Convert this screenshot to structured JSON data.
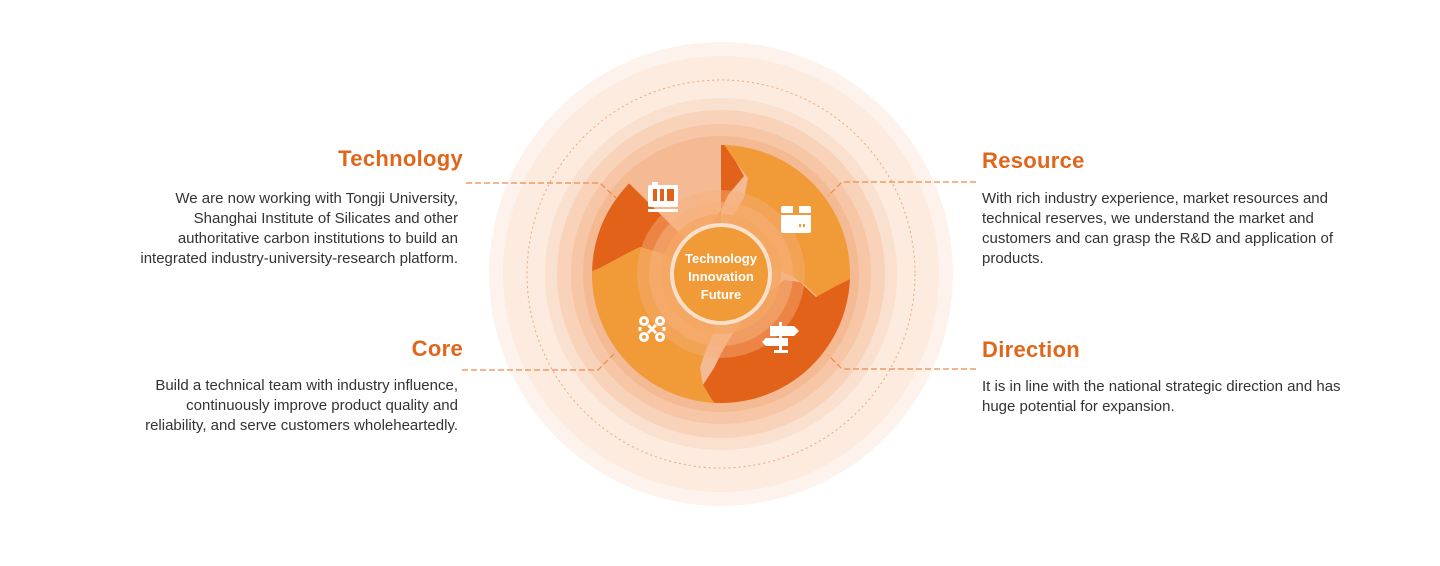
{
  "center": {
    "line1": "Technology",
    "line2": "Innovation",
    "line3": "Future"
  },
  "technology": {
    "title": "Technology",
    "text": "We are now working with Tongji University, Shanghai Institute of Silicates and other authoritative carbon institutions to build an integrated industry-university-research platform.",
    "icon": "industry-icon"
  },
  "core": {
    "title": "Core",
    "text": "Build a technical team with industry influence, continuously improve product quality and reliability, and serve customers wholeheartedly.",
    "icon": "core-network-icon"
  },
  "resource": {
    "title": "Resource",
    "text": "With rich industry experience, market resources and technical reserves, we understand the market and customers and can grasp the R&D and application of products.",
    "icon": "box-icon"
  },
  "direction": {
    "title": "Direction",
    "text": "It is in line with the national strategic direction and has huge potential for expansion.",
    "icon": "signpost-icon"
  },
  "colors": {
    "accent": "#e0661c",
    "dark_orange": "#e2621a",
    "light_orange": "#f19a38",
    "glow": "#f7d9c4",
    "text": "#333333"
  }
}
